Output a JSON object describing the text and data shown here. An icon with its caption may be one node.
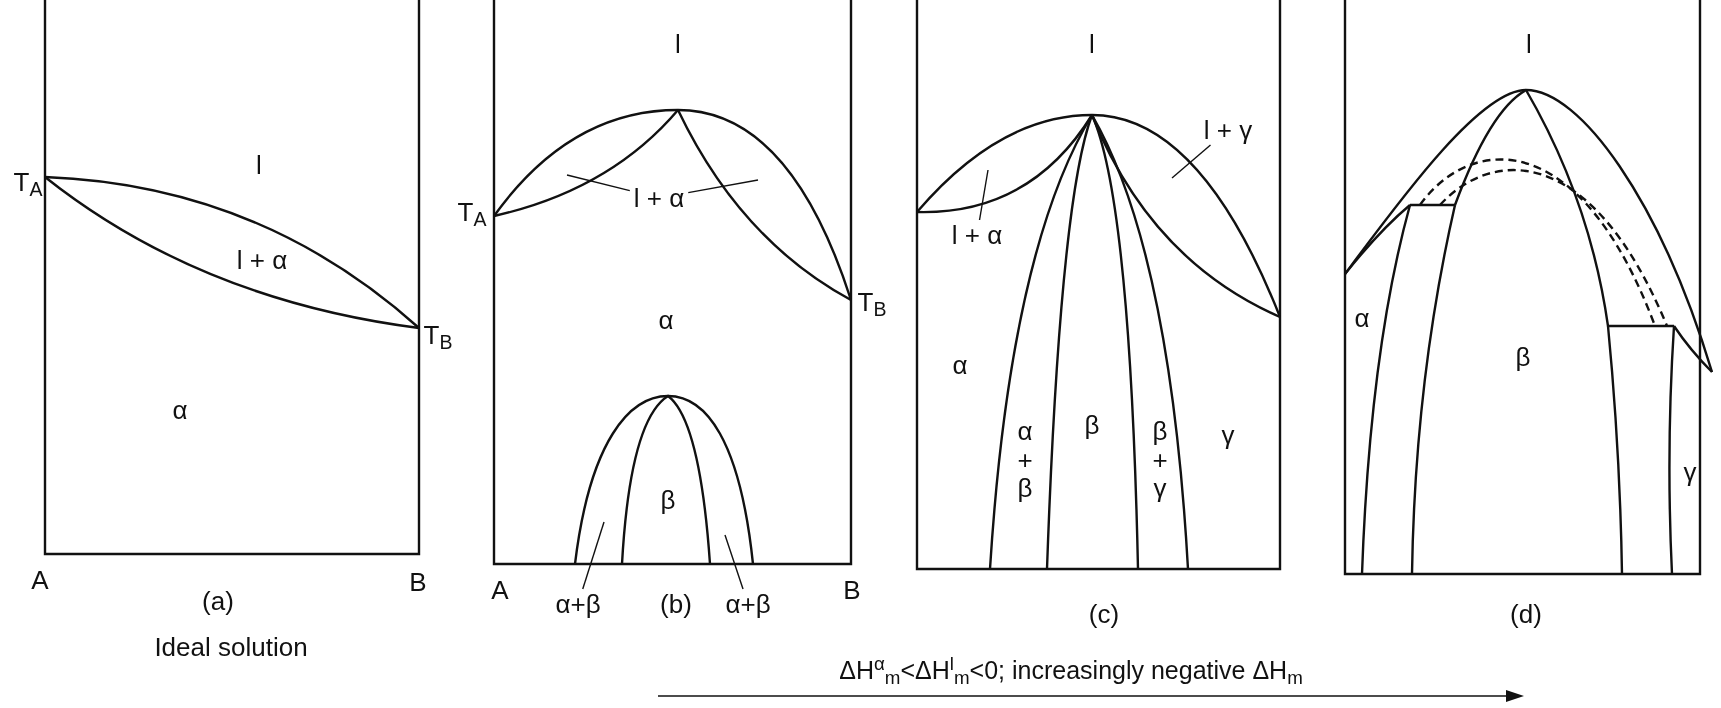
{
  "diagram": {
    "nodes": [
      {
        "text": [
          "l + α"
        ]
      },
      {
        "text": [
          "α+β"
        ]
      },
      {
        "text": [
          "α+β"
        ]
      },
      {
        "text": [
          "l + α"
        ]
      },
      {
        "text": [
          "l + γ"
        ]
      }
    ],
    "edges": [
      {
        "from": 0,
        "to": null,
        "arrow": "none"
      },
      {
        "from": 0,
        "to": null,
        "arrow": "none"
      },
      {
        "from": 1,
        "to": null,
        "arrow": "none"
      },
      {
        "from": 2,
        "to": null,
        "arrow": "none"
      },
      {
        "from": 3,
        "to": null,
        "arrow": "none"
      },
      {
        "from": 4,
        "to": null,
        "arrow": "none"
      }
    ],
    "labels": [
      "l",
      "T$_{A}$",
      "l + α",
      "T$_{B}$",
      "α",
      "A",
      "B",
      "(a)",
      "Ideal solution",
      "l",
      "T$_{A}$",
      "T$_{B}$",
      "α",
      "β",
      "A",
      "B",
      "(b)",
      "l",
      "α",
      "α + β",
      "β",
      "β + γ",
      "γ",
      "(c)",
      "l",
      "α",
      "β",
      "γ",
      "(d)",
      "ΔH$^{α}$$_{m}$<ΔH$^{l}$$_{m}$<0; increasingly negative ΔH$_{m}$"
    ]
  }
}
